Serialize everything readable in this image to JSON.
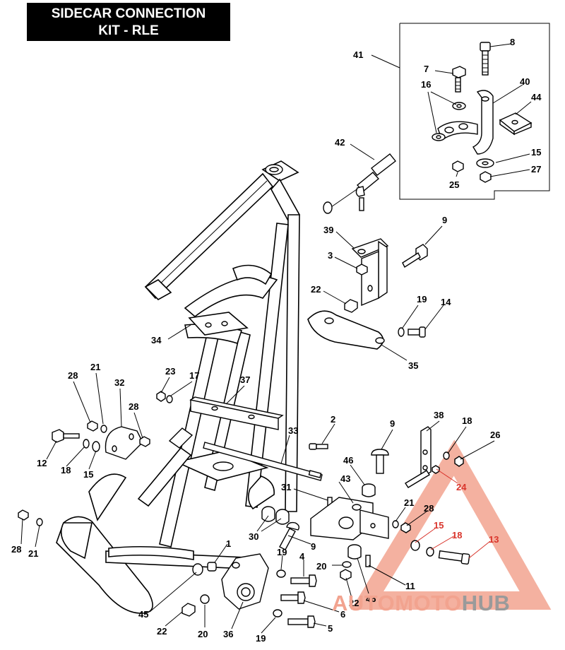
{
  "title": {
    "line1": "SIDECAR CONNECTION",
    "line2": "KIT - RLE"
  },
  "watermark": {
    "part1": "AUTOMOTO",
    "part2": "HUB",
    "color_accent": "#e8533f",
    "color_gray": "#9a9a9a"
  },
  "callouts": [
    {
      "id": "c41",
      "label": "41"
    },
    {
      "id": "c8",
      "label": "8"
    },
    {
      "id": "c7",
      "label": "7"
    },
    {
      "id": "c40",
      "label": "40"
    },
    {
      "id": "c16",
      "label": "16"
    },
    {
      "id": "c44",
      "label": "44"
    },
    {
      "id": "c42",
      "label": "42"
    },
    {
      "id": "c15a",
      "label": "15"
    },
    {
      "id": "c27",
      "label": "27"
    },
    {
      "id": "c25",
      "label": "25"
    },
    {
      "id": "c39",
      "label": "39"
    },
    {
      "id": "c9a",
      "label": "9"
    },
    {
      "id": "c3",
      "label": "3"
    },
    {
      "id": "c22a",
      "label": "22"
    },
    {
      "id": "c19a",
      "label": "19"
    },
    {
      "id": "c14",
      "label": "14"
    },
    {
      "id": "c34",
      "label": "34"
    },
    {
      "id": "c35",
      "label": "35"
    },
    {
      "id": "c28a",
      "label": "28"
    },
    {
      "id": "c21a",
      "label": "21"
    },
    {
      "id": "c32",
      "label": "32"
    },
    {
      "id": "c23",
      "label": "23"
    },
    {
      "id": "c17",
      "label": "17"
    },
    {
      "id": "c37",
      "label": "37"
    },
    {
      "id": "c28b",
      "label": "28"
    },
    {
      "id": "c2",
      "label": "2"
    },
    {
      "id": "c9b",
      "label": "9"
    },
    {
      "id": "c38",
      "label": "38"
    },
    {
      "id": "c18a",
      "label": "18"
    },
    {
      "id": "c26",
      "label": "26"
    },
    {
      "id": "c12",
      "label": "12"
    },
    {
      "id": "c18b",
      "label": "18"
    },
    {
      "id": "c15b",
      "label": "15"
    },
    {
      "id": "c33",
      "label": "33"
    },
    {
      "id": "c46a",
      "label": "46"
    },
    {
      "id": "c24",
      "label": "24"
    },
    {
      "id": "c31",
      "label": "31"
    },
    {
      "id": "c43",
      "label": "43"
    },
    {
      "id": "c21b",
      "label": "21"
    },
    {
      "id": "c28c",
      "label": "28"
    },
    {
      "id": "c15c",
      "label": "15"
    },
    {
      "id": "c18c",
      "label": "18"
    },
    {
      "id": "c13",
      "label": "13"
    },
    {
      "id": "c30",
      "label": "30"
    },
    {
      "id": "c9c",
      "label": "9"
    },
    {
      "id": "c28d",
      "label": "28"
    },
    {
      "id": "c21c",
      "label": "21"
    },
    {
      "id": "c1",
      "label": "1"
    },
    {
      "id": "c19b",
      "label": "19"
    },
    {
      "id": "c4",
      "label": "4"
    },
    {
      "id": "c20a",
      "label": "20"
    },
    {
      "id": "c22b",
      "label": "22"
    },
    {
      "id": "c46b",
      "label": "46"
    },
    {
      "id": "c11",
      "label": "11"
    },
    {
      "id": "c45",
      "label": "45"
    },
    {
      "id": "c6",
      "label": "6"
    },
    {
      "id": "c22c",
      "label": "22"
    },
    {
      "id": "c20b",
      "label": "20"
    },
    {
      "id": "c36",
      "label": "36"
    },
    {
      "id": "c19c",
      "label": "19"
    },
    {
      "id": "c5",
      "label": "5"
    }
  ]
}
